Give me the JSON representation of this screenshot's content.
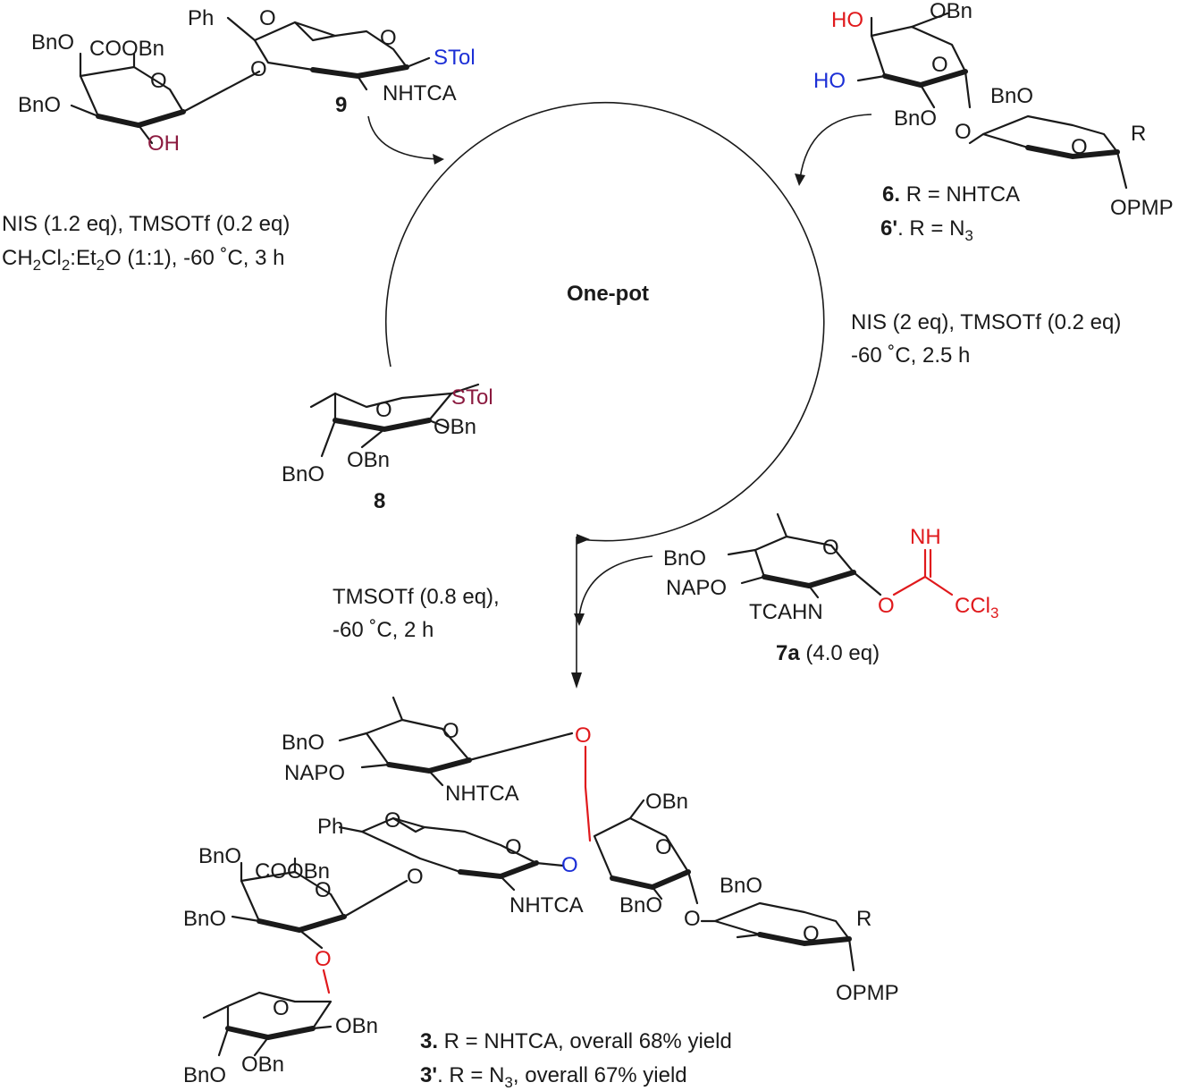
{
  "center_label": "One-pot",
  "compound_9": {
    "label": "9",
    "groups": {
      "ph": "Ph",
      "bno_top": "BnO",
      "coobn": "COOBn",
      "ring_o": "O",
      "bno_left": "BnO",
      "oh": "OH",
      "o_bridge": "O",
      "stol": "STol",
      "nhtca": "NHTCA"
    }
  },
  "compound_6": {
    "label_6": "6.",
    "desc_6": "R = NHTCA",
    "label_6p": "6'",
    "desc_6p": ". R = N",
    "desc_6p_sub": "3",
    "groups": {
      "ho_red": "HO",
      "ho_blue": "HO",
      "obn": "OBn",
      "ring_o": "O",
      "bno": "BnO",
      "bno2": "BnO",
      "o_link": "O",
      "r": "R",
      "opmp": "OPMP"
    }
  },
  "compound_8": {
    "label": "8",
    "groups": {
      "stol": "STol",
      "obn1": "OBn",
      "obn2": "OBn",
      "bno": "BnO",
      "ring_o": "O"
    }
  },
  "compound_7a": {
    "label": "7a",
    "equiv": " (4.0 eq)",
    "groups": {
      "bno": "BnO",
      "napo": "NAPO",
      "tcahn": "TCAHN",
      "ring_o": "O",
      "nh": "NH",
      "o_red": "O",
      "ccl3": "CCl",
      "ccl3_sub": "3"
    }
  },
  "conditions": {
    "step1_line1": "NIS (1.2 eq), TMSOTf (0.2 eq)",
    "step1_line2_a": "CH",
    "step1_line2_sub1": "2",
    "step1_line2_b": "Cl",
    "step1_line2_sub2": "2",
    "step1_line2_c": ":Et",
    "step1_line2_sub3": "2",
    "step1_line2_d": "O (1:1), -60 ˚C, 3 h",
    "step2_line1": "NIS (2 eq), TMSOTf (0.2 eq)",
    "step2_line2": "-60 ˚C, 2.5 h",
    "step3_line1": "TMSOTf (0.8 eq),",
    "step3_line2": "-60 ˚C, 2 h"
  },
  "product": {
    "label_3": "3.",
    "desc_3": " R = NHTCA, overall 68% yield",
    "label_3p": "3'",
    "desc_3p": ". R = N",
    "desc_3p_sub": "3",
    "desc_3p_tail": ", overall 67% yield",
    "groups": {
      "bno_a": "BnO",
      "napo": "NAPO",
      "nhtca_a": "NHTCA",
      "o_red_top": "O",
      "ph": "Ph",
      "obn_gal": "OBn",
      "bno_b": "BnO",
      "coobn": "COOBn",
      "bno_c": "BnO",
      "o_blue": "O",
      "nhtca_b": "NHTCA",
      "bno_d": "BnO",
      "bno_e": "BnO",
      "r": "R",
      "opmp": "OPMP",
      "o_red_bottom": "O",
      "obn_f": "OBn",
      "bno_f": "BnO",
      "obn_g": "OBn",
      "ring_o": "O"
    }
  }
}
